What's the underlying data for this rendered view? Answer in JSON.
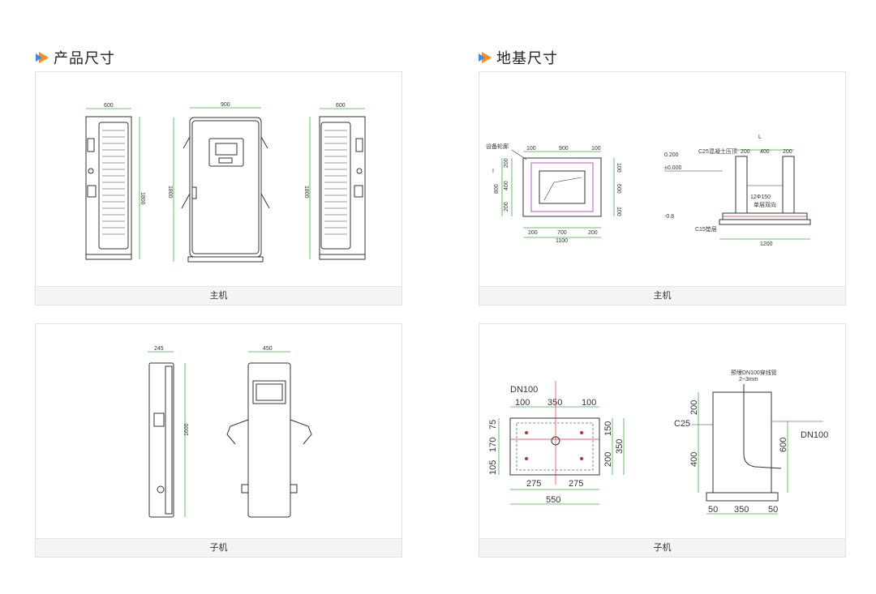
{
  "sections": {
    "product": {
      "title": "产品尺寸"
    },
    "foundation": {
      "title": "地基尺寸"
    }
  },
  "cards": {
    "product_main": {
      "caption": "主机",
      "dims": {
        "side_width": "600",
        "front_width": "900",
        "back_width": "600",
        "height_left": "1800",
        "height_front": "1800",
        "height_back": "1800"
      }
    },
    "foundation_main": {
      "caption": "主机",
      "labels": {
        "outline": "设备轮廓",
        "section_mark": "I",
        "rebar": "12Φ150",
        "rebar_note": "单层双向",
        "col_l": "L",
        "lv1": "0.200",
        "lv2": "±0.000",
        "lv3": "-0.8",
        "c25": "C25混凝土压顶",
        "c15": "C15垫层"
      },
      "dims": {
        "top_left": "100",
        "top_mid": "900",
        "top_right": "100",
        "left_a": "200",
        "left_b": "400",
        "left_c": "200",
        "left_total": "800",
        "right_a": "100",
        "right_b": "600",
        "right_c": "100",
        "bot_left": "200",
        "bot_mid": "700",
        "bot_right": "200",
        "bot_total": "1100",
        "sec_a": "200",
        "sec_b": "400",
        "sec_c": "200",
        "sec_total": "1200"
      }
    },
    "product_sub": {
      "caption": "子机",
      "dims": {
        "side_width": "245",
        "front_width": "450",
        "height": "1600"
      }
    },
    "foundation_sub": {
      "caption": "子机",
      "labels": {
        "pipe": "DN100",
        "pipe_note": "预埋DN100穿线管",
        "pipe_note2": "DN100",
        "c25": "C25",
        "gap": "2~3mm"
      },
      "dims": {
        "top_a": "100",
        "top_b": "350",
        "top_c": "100",
        "left_a": "75",
        "left_b": "170",
        "left_c": "105",
        "right_a": "150",
        "right_b": "200",
        "right_total": "350",
        "bot_a": "275",
        "bot_b": "275",
        "bot_total": "550",
        "sec_a": "200",
        "sec_b": "400",
        "sec_c": "600",
        "sec_d": "50",
        "sec_e": "350",
        "sec_f": "50"
      }
    }
  }
}
